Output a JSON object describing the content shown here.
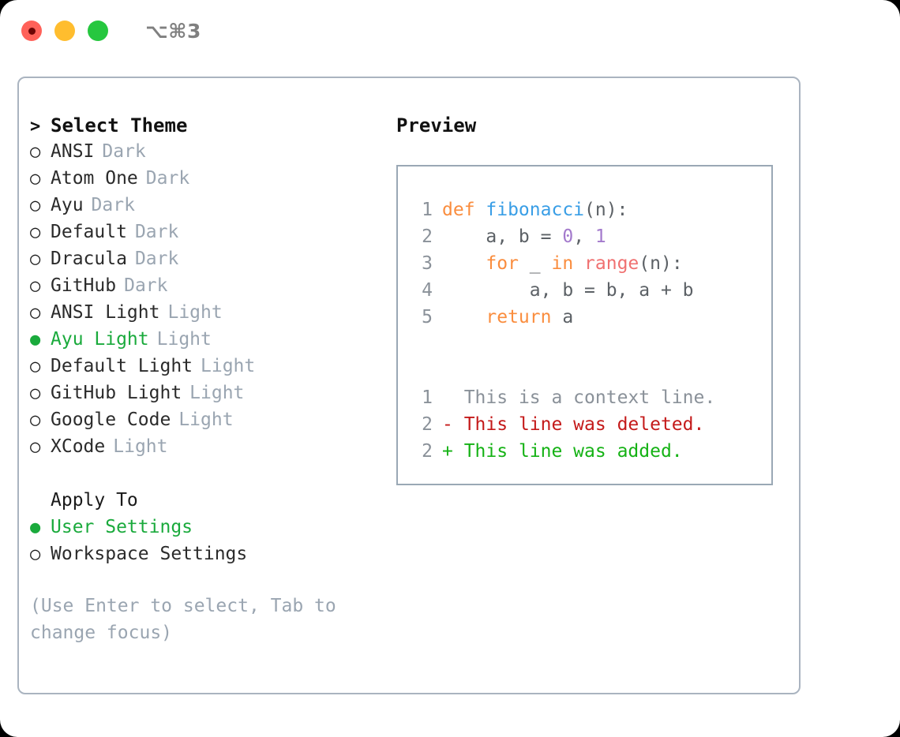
{
  "titlebar": {
    "shortcut": "⌥⌘3",
    "buttons": [
      {
        "name": "close-button",
        "color": "#ff6159"
      },
      {
        "name": "minimize-button",
        "color": "#ffbd2e"
      },
      {
        "name": "maximize-button",
        "color": "#26c73f"
      }
    ]
  },
  "theme_picker": {
    "header": {
      "marker": ">",
      "label": "Select Theme"
    },
    "markers": {
      "selected": "●",
      "unselected": "○"
    },
    "items": [
      {
        "marker": "○",
        "name": "ANSI",
        "variant": "Dark",
        "selected": false
      },
      {
        "marker": "○",
        "name": "Atom One",
        "variant": "Dark",
        "selected": false
      },
      {
        "marker": "○",
        "name": "Ayu",
        "variant": "Dark",
        "selected": false
      },
      {
        "marker": "○",
        "name": "Default",
        "variant": "Dark",
        "selected": false
      },
      {
        "marker": "○",
        "name": "Dracula",
        "variant": "Dark",
        "selected": false
      },
      {
        "marker": "○",
        "name": "GitHub",
        "variant": "Dark",
        "selected": false
      },
      {
        "marker": "○",
        "name": "ANSI Light",
        "variant": "Light",
        "selected": false
      },
      {
        "marker": "●",
        "name": "Ayu Light",
        "variant": "Light",
        "selected": true
      },
      {
        "marker": "○",
        "name": "Default Light",
        "variant": "Light",
        "selected": false
      },
      {
        "marker": "○",
        "name": "GitHub Light",
        "variant": "Light",
        "selected": false
      },
      {
        "marker": "○",
        "name": "Google Code",
        "variant": "Light",
        "selected": false
      },
      {
        "marker": "○",
        "name": "XCode",
        "variant": "Light",
        "selected": false
      }
    ]
  },
  "apply_to": {
    "label": "Apply To",
    "items": [
      {
        "marker": "●",
        "name": "User Settings",
        "selected": true
      },
      {
        "marker": "○",
        "name": "Workspace Settings",
        "selected": false
      }
    ]
  },
  "hint": "(Use Enter to select, Tab to change focus)",
  "preview": {
    "title": "Preview",
    "code": [
      {
        "lineno": "1",
        "tokens": [
          {
            "text": "def ",
            "kind": "kw"
          },
          {
            "text": "fibonacci",
            "kind": "fn"
          },
          {
            "text": "(n):",
            "kind": "pl"
          }
        ]
      },
      {
        "lineno": "2",
        "tokens": [
          {
            "text": "    a, b = ",
            "kind": "pl"
          },
          {
            "text": "0",
            "kind": "num"
          },
          {
            "text": ", ",
            "kind": "pl"
          },
          {
            "text": "1",
            "kind": "num"
          }
        ]
      },
      {
        "lineno": "3",
        "tokens": [
          {
            "text": "    ",
            "kind": "pl"
          },
          {
            "text": "for",
            "kind": "kw"
          },
          {
            "text": " _ ",
            "kind": "pl"
          },
          {
            "text": "in",
            "kind": "kw"
          },
          {
            "text": " ",
            "kind": "pl"
          },
          {
            "text": "range",
            "kind": "call"
          },
          {
            "text": "(n):",
            "kind": "pl"
          }
        ]
      },
      {
        "lineno": "4",
        "tokens": [
          {
            "text": "        a, b = b, a + b",
            "kind": "pl"
          }
        ]
      },
      {
        "lineno": "5",
        "tokens": [
          {
            "text": "    ",
            "kind": "pl"
          },
          {
            "text": "return",
            "kind": "kw"
          },
          {
            "text": " a",
            "kind": "pl"
          }
        ]
      }
    ],
    "diff": [
      {
        "lineno": "1",
        "sign": " ",
        "text": " This is a context line.",
        "kind": "ctx"
      },
      {
        "lineno": "2",
        "sign": "-",
        "text": " This line was deleted.",
        "kind": "del"
      },
      {
        "lineno": "2",
        "sign": "+",
        "text": " This line was added.",
        "kind": "add"
      }
    ]
  },
  "colors": {
    "keyword": "#fa8d3e",
    "function": "#399ee6",
    "call": "#f07171",
    "number": "#a37acc",
    "plain": "#5c6166",
    "lineno": "#8a9199",
    "diff_context": "#8a9199",
    "diff_deleted": "#c41a1a",
    "diff_added": "#15b215",
    "selected_green": "#1aaa3c",
    "muted": "#9aa5b1",
    "border": "#aab4c0"
  }
}
